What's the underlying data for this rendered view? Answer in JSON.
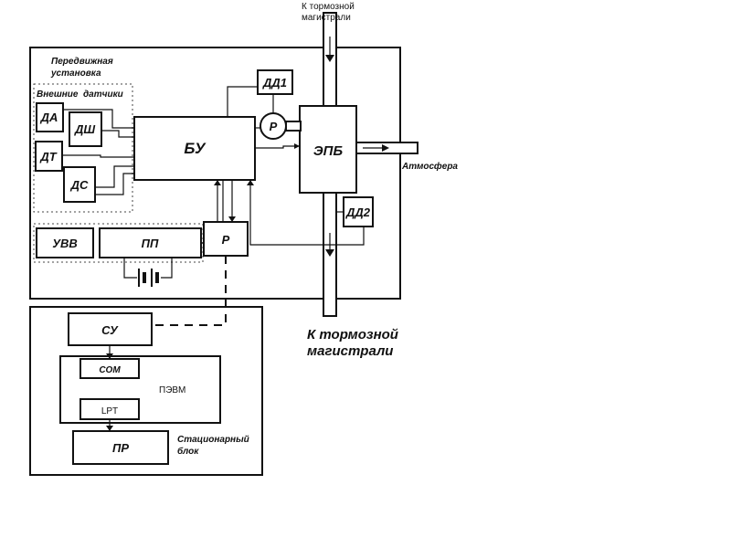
{
  "top_pipe_label": [
    "К тормозной",
    "магистрали"
  ],
  "mobile_unit_label": [
    "Передвижная",
    "установка"
  ],
  "sensors_label": [
    "Внешние",
    "датчики"
  ],
  "blocks": {
    "da": "ДА",
    "dsh": "ДШ",
    "dt": "ДТ",
    "ds": "ДС",
    "bu": "БУ",
    "dd1": "ДД1",
    "r_top": "Р",
    "epb": "ЭПБ",
    "dd2": "ДД2",
    "uvv": "УВВ",
    "pp": "ПП",
    "r_bottom": "Р",
    "su": "СУ",
    "com": "COM",
    "pevm": "ПЭВМ",
    "lpt": "LPT",
    "pr": "ПР"
  },
  "atmosphere_label": "Атмосфера",
  "bottom_pipe_label": [
    "К тормозной",
    "магистрали"
  ],
  "stationary_label": [
    "Стационарный",
    "блок"
  ]
}
